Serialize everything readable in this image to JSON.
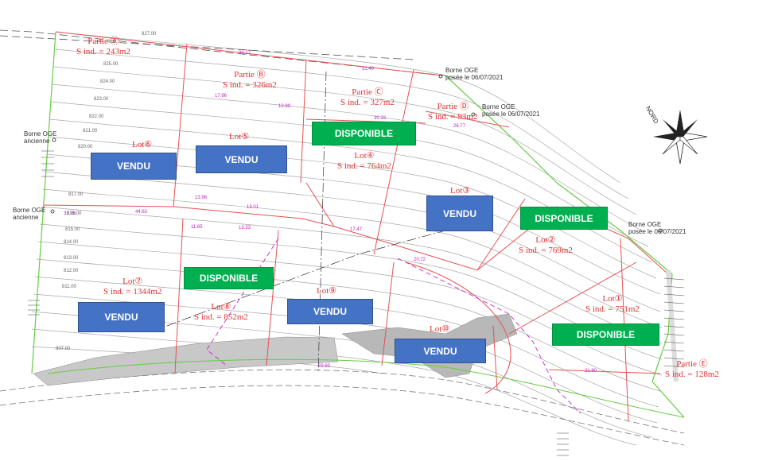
{
  "lots": {
    "partie_a": {
      "name": "Partie Ⓐ",
      "area": "S ind. = 243m2"
    },
    "partie_b": {
      "name": "Partie Ⓑ",
      "area": "S ind. = 326m2"
    },
    "partie_c": {
      "name": "Partie Ⓒ",
      "area": "S ind. = 327m2"
    },
    "partie_d": {
      "name": "Partie Ⓓ",
      "area": "S ind. = 93m2"
    },
    "partie_e": {
      "name": "Partie Ⓔ",
      "area": "S ind. = 128m2"
    },
    "lot1": {
      "name": "Lot①",
      "area": "S ind. = 751m2"
    },
    "lot2": {
      "name": "Lot②",
      "area": "S ind. = 769m2"
    },
    "lot3": {
      "name": "Lot③"
    },
    "lot4": {
      "name": "Lot④",
      "area": "S ind. = 764m2"
    },
    "lot5": {
      "name": "Lot⑤"
    },
    "lot6": {
      "name": "Lot⑥"
    },
    "lot7": {
      "name": "Lot⑦",
      "area": "S ind. = 1344m2"
    },
    "lot8": {
      "name": "Lot⑧",
      "area": "S ind. = 852m2"
    },
    "lot9": {
      "name": "Lot⑨"
    },
    "lot10": {
      "name": "Lot⑩"
    }
  },
  "status": {
    "vendu": "VENDU",
    "disponible": "DISPONIBLE"
  },
  "bornes": {
    "oge_anc_1": {
      "l1": "Borne OGE",
      "l2": "ancienne"
    },
    "oge_anc_2": {
      "l1": "Borne OGE",
      "l2": "ancienne"
    },
    "oge_top_1": {
      "l1": "Borne OGE",
      "l2": "posée le 06/07/2021"
    },
    "oge_top_2": {
      "l1": "Borne OGE",
      "l2": "posée le 06/07/2021"
    },
    "oge_right": {
      "l1": "Borne OGE",
      "l2": "posée le 06/07/2021"
    }
  },
  "compass": {
    "label": "NORD"
  },
  "colors": {
    "lot_lines": "#e85050",
    "status_vendu": "#4472c4",
    "status_disponible": "#00b050",
    "contours": "#9a9a9a",
    "dims": "#d020d0",
    "boundary": "#66cc44"
  }
}
